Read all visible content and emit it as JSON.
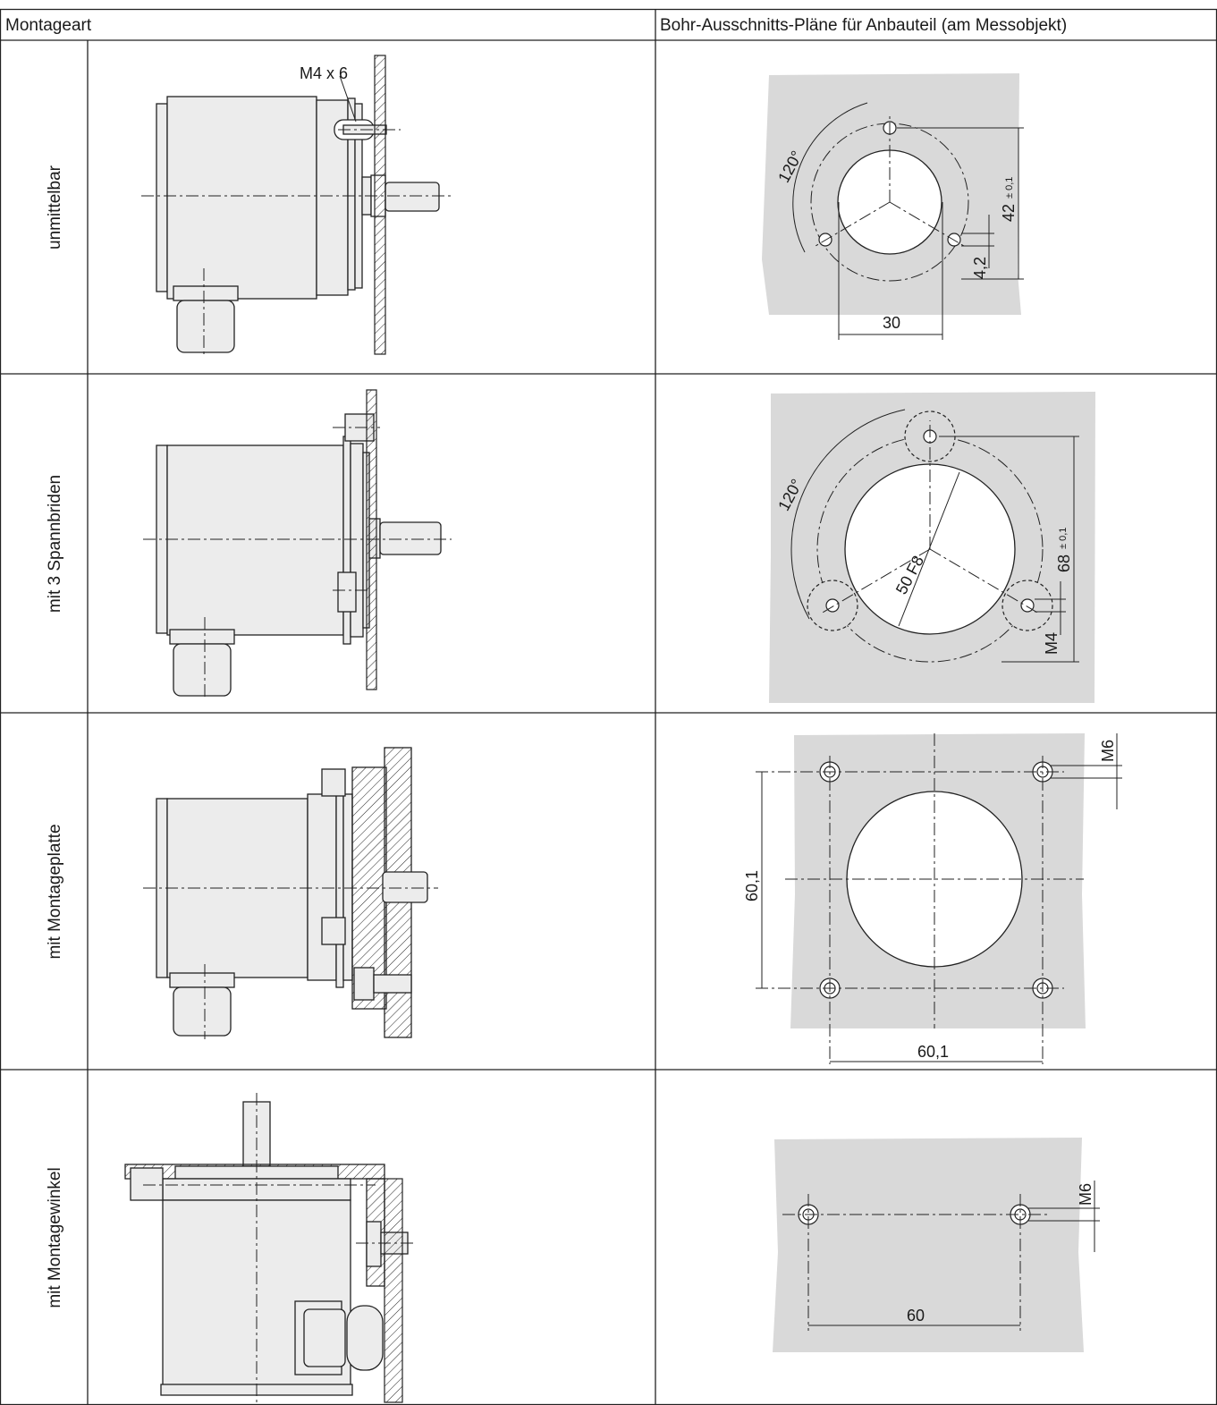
{
  "header": {
    "col1": "Montageart",
    "col2": "Bohr-Ausschnitts-Pläne für Anbauteil (am Messobjekt)"
  },
  "rows": [
    {
      "label": "unmittelbar",
      "mount_callout": "M4 x 6",
      "plan": {
        "angle": "120°",
        "dim_pcd": "42",
        "dim_pcd_tol": "± 0,1",
        "dim_hole": "4,2",
        "dim_width": "30"
      }
    },
    {
      "label": "mit 3 Spannbriden",
      "plan": {
        "angle": "120°",
        "dim_bore": "50 F8",
        "dim_pcd": "68",
        "dim_pcd_tol": "± 0,1",
        "dim_thread": "M4"
      }
    },
    {
      "label": "mit Montageplatte",
      "plan": {
        "dim_thread": "M6",
        "dim_vertical": "60,1",
        "dim_horizontal": "60,1"
      }
    },
    {
      "label": "mit Montagewinkel",
      "plan": {
        "dim_thread": "M6",
        "dim_horizontal": "60"
      }
    }
  ]
}
